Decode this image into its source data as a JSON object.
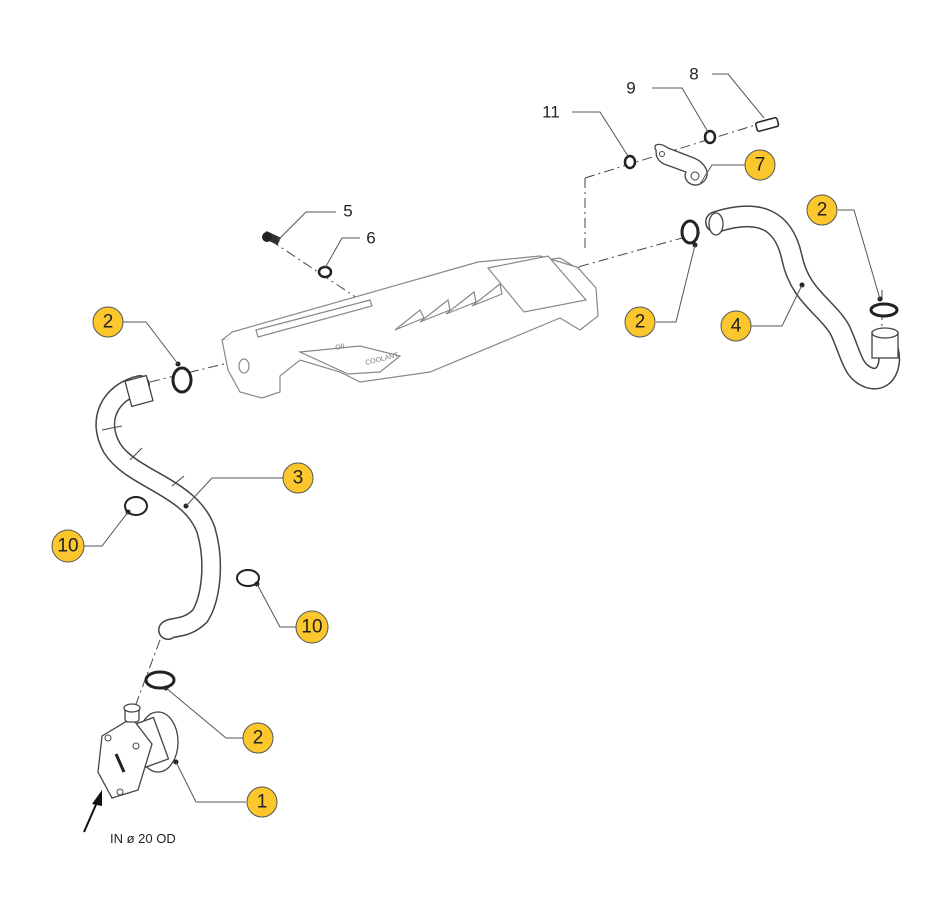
{
  "diagram": {
    "callout_color": "#FBC72C",
    "callouts": [
      {
        "id": "c1",
        "label": "1"
      },
      {
        "id": "c2a",
        "label": "2"
      },
      {
        "id": "c2b",
        "label": "2"
      },
      {
        "id": "c2c",
        "label": "2"
      },
      {
        "id": "c2d",
        "label": "2"
      },
      {
        "id": "c3",
        "label": "3"
      },
      {
        "id": "c4",
        "label": "4"
      },
      {
        "id": "c7",
        "label": "7"
      },
      {
        "id": "c10a",
        "label": "10"
      },
      {
        "id": "c10b",
        "label": "10"
      }
    ],
    "plain_labels": [
      {
        "id": "l5",
        "label": "5"
      },
      {
        "id": "l6",
        "label": "6"
      },
      {
        "id": "l8",
        "label": "8"
      },
      {
        "id": "l9",
        "label": "9"
      },
      {
        "id": "l11",
        "label": "11"
      }
    ],
    "inlet_label": "IN ø 20 OD",
    "part_markings": {
      "cover_text": "COOLANT",
      "cover_mark": "OIL"
    }
  }
}
